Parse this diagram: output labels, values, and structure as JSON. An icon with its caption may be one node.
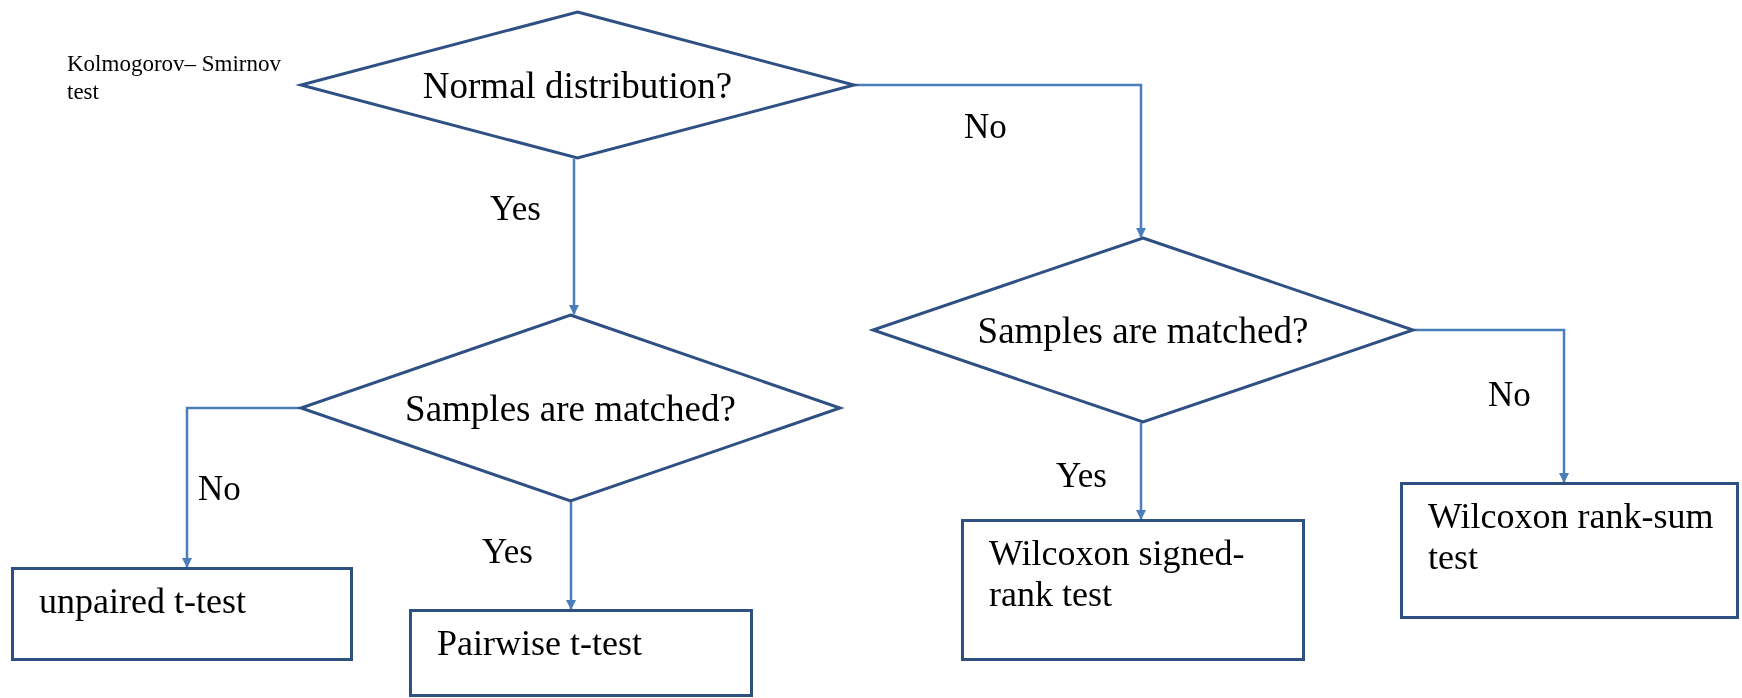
{
  "diagram": {
    "nodes": [
      {
        "text": [
          "Normal distribution?"
        ],
        "beside": [
          "Kolmogorov– Smirnov test"
        ]
      },
      {
        "text": [
          "Samples are matched?"
        ]
      },
      {
        "text": [
          "Samples are matched?"
        ]
      },
      {
        "text": [
          "unpaired t-test"
        ]
      },
      {
        "text": [
          "Pairwise t-test"
        ]
      },
      {
        "text": [
          "Wilcoxon signed-rank test"
        ]
      },
      {
        "text": [
          "Wilcoxon rank-sum test"
        ]
      }
    ],
    "edges": [
      {
        "from": 0,
        "to": 1,
        "arrow": "to",
        "label": "Yes"
      },
      {
        "from": 0,
        "to": 2,
        "arrow": "to",
        "label": "No"
      },
      {
        "from": 1,
        "to": 3,
        "arrow": "to",
        "label": "No"
      },
      {
        "from": 1,
        "to": 4,
        "arrow": "to",
        "label": "Yes"
      },
      {
        "from": 2,
        "to": 5,
        "arrow": "to",
        "label": "Yes"
      },
      {
        "from": 2,
        "to": 6,
        "arrow": "to",
        "label": "No"
      }
    ]
  }
}
